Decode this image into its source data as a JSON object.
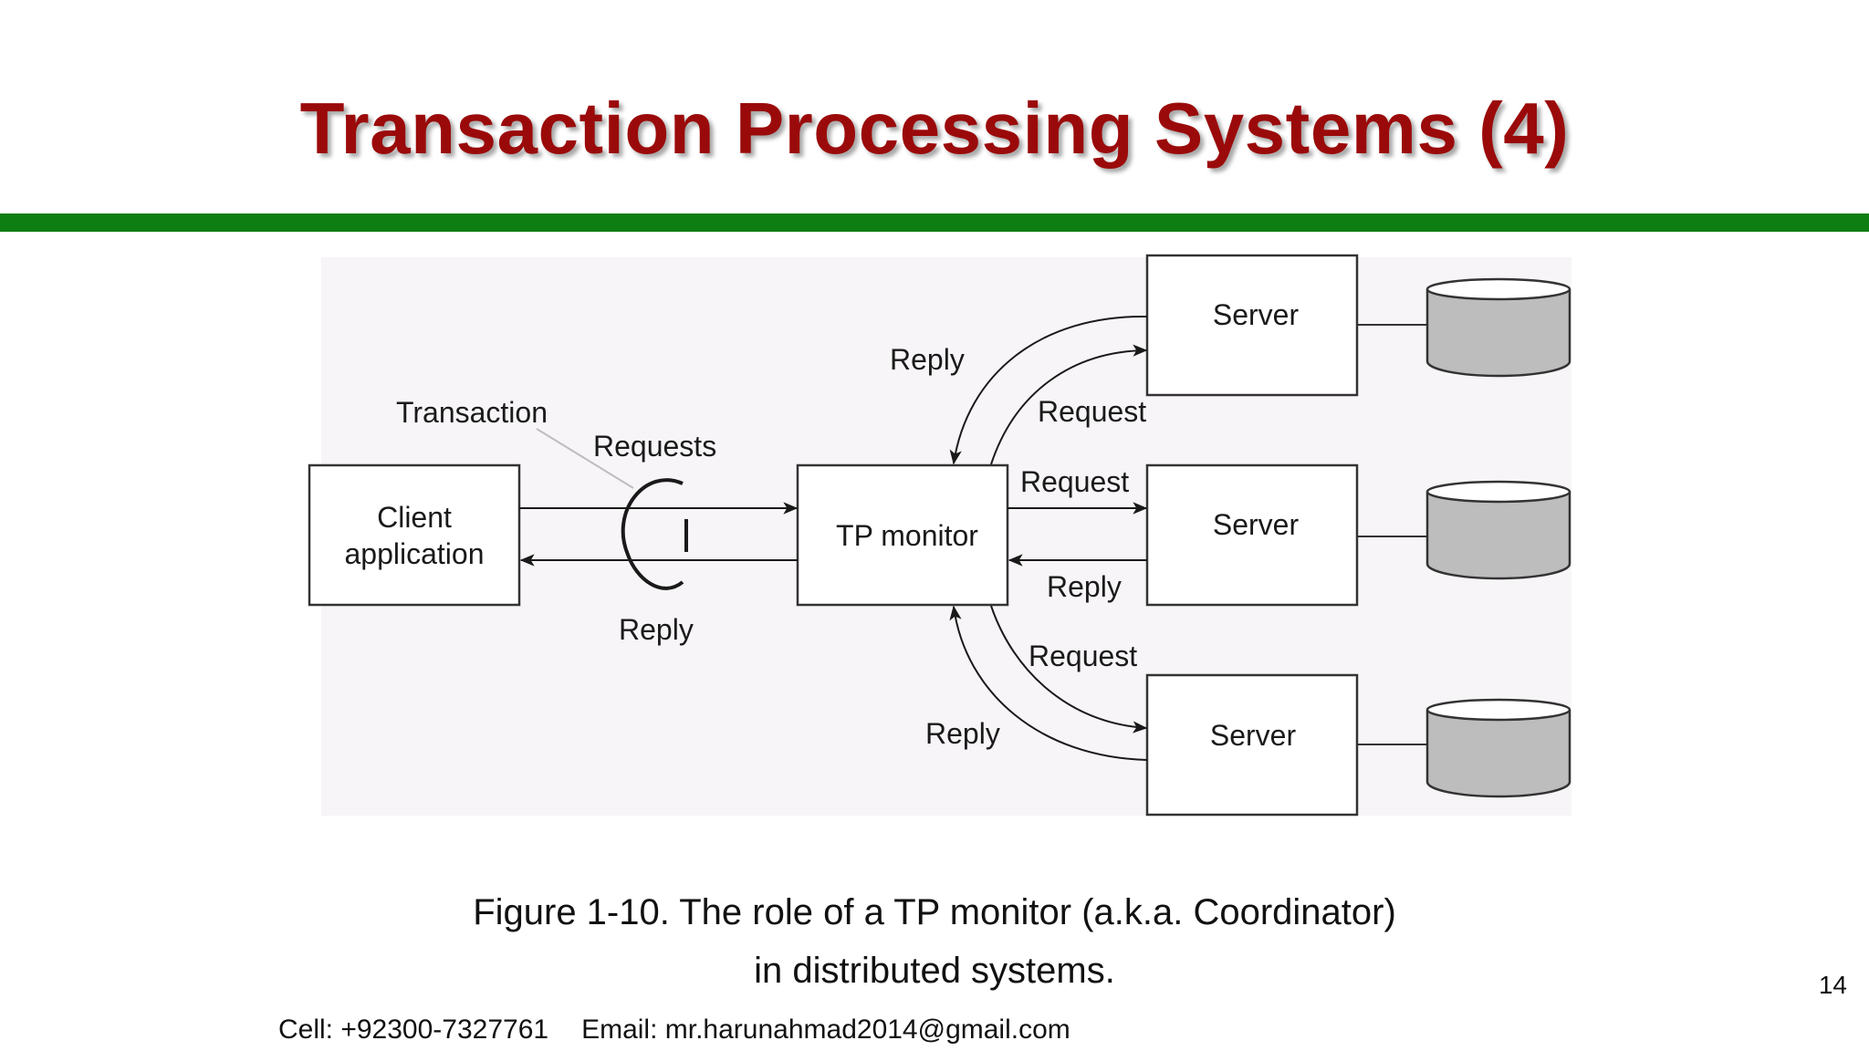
{
  "slide": {
    "title": "Transaction Processing Systems (4)",
    "page_number": "14",
    "accent_color": "#0e7d12",
    "title_color": "#9b0a0a"
  },
  "diagram": {
    "client_line1": "Client",
    "client_line2": "application",
    "tp_monitor": "TP monitor",
    "server_top": "Server",
    "server_middle": "Server",
    "server_bottom": "Server",
    "transaction": "Transaction",
    "requests": "Requests",
    "client_reply": "Reply",
    "top_reply": "Reply",
    "top_request": "Request",
    "mid_request": "Request",
    "mid_reply": "Reply",
    "bottom_request": "Request",
    "bottom_reply": "Reply",
    "database_color": "#bdbdbd"
  },
  "caption": {
    "line1": "Figure 1-10. The role of a TP monitor (a.k.a. Coordinator)",
    "line2": "in distributed systems."
  },
  "footer": {
    "cell": "Cell: +92300-7327761",
    "email": "Email: mr.harunahmad2014@gmail.com"
  }
}
